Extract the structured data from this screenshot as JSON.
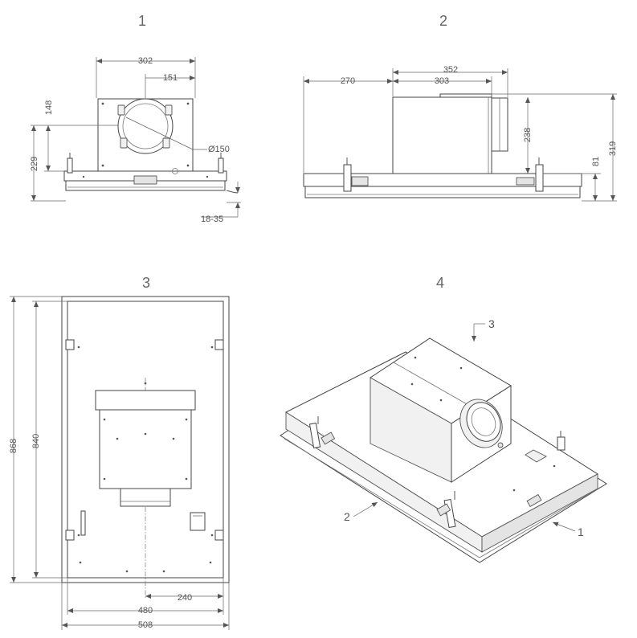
{
  "views": {
    "v1": {
      "number": "1",
      "dims": {
        "w302": "302",
        "w151": "151",
        "h148": "148",
        "h229": "229",
        "dia": "Ø150",
        "adj": "18-35"
      }
    },
    "v2": {
      "number": "2",
      "dims": {
        "w352": "352",
        "w270": "270",
        "w303": "303",
        "h238": "238",
        "h319": "319",
        "h81": "81"
      }
    },
    "v3": {
      "number": "3",
      "dims": {
        "h868": "868",
        "h840": "840",
        "w240": "240",
        "w480": "480",
        "w508": "508"
      }
    },
    "v4": {
      "number": "4",
      "callouts": {
        "c1": "1",
        "c2": "2",
        "c3": "3"
      }
    }
  }
}
